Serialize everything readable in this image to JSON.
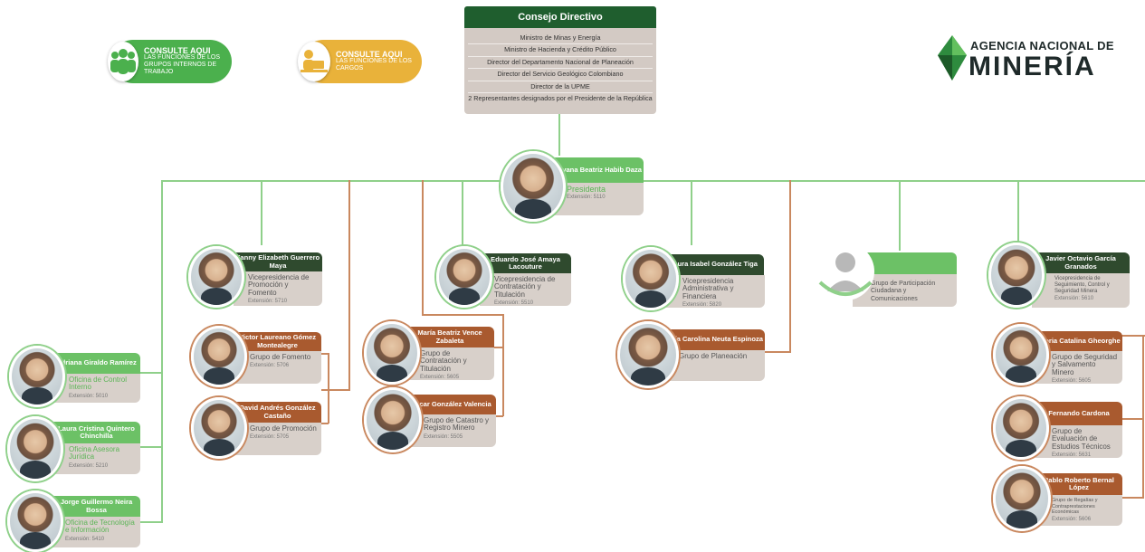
{
  "council": {
    "title": "Consejo Directivo",
    "members": [
      "Ministro de Minas y Energía",
      "Ministro de Hacienda y Crédito Público",
      "Director del Departamento Nacional de Planeación",
      "Director del Servicio Geológico Colombiano",
      "Director de la UPME",
      "2 Representantes designados por el Presidente de la República"
    ]
  },
  "consult_groups": {
    "heading": "CONSULTE AQUI",
    "text": "LAS FUNCIONES DE LOS GRUPOS INTERNOS DE TRABAJO"
  },
  "consult_roles": {
    "heading": "CONSULTE AQUI",
    "text": "LAS FUNCIONES DE LOS CARGOS"
  },
  "logo": {
    "top": "AGENCIA NACIONAL DE",
    "main": "MINERÍA"
  },
  "colors": {
    "dark_green": "#1f5e2e",
    "green": "#6cc166",
    "brown": "#a95a2f",
    "gray": "#d8d0ca"
  },
  "president": {
    "name": "Silvana Beatriz Habib Daza",
    "role": "Presidenta",
    "ext": "Extensión: 5110"
  },
  "people": {
    "guerrero": {
      "name": "Fanny Elizabeth Guerrero Maya",
      "role": "Vicepresidencia de Promoción y Fomento",
      "ext": "Extensión: 5710"
    },
    "gomez": {
      "name": "Victor Laureano Gómez Montealegre",
      "role": "Grupo de Fomento",
      "ext": "Extensión: 5706"
    },
    "gonzalez_c": {
      "name": "David Andrés González Castaño",
      "role": "Grupo de Promoción",
      "ext": "Extensión: 5705"
    },
    "amaya": {
      "name": "Eduardo José Amaya Lacouture",
      "role": "Vicepresidencia de Contratación y Titulación",
      "ext": "Extensión: 5510"
    },
    "vence": {
      "name": "María Beatriz Vence Zabaleta",
      "role": "Grupo de Contratación y Titulación",
      "ext": "Extensión: 5605"
    },
    "gonzalez_v": {
      "name": "Oscar González Valencia",
      "role": "Grupo de Catastro y Registro Minero",
      "ext": "Extensión: 5505"
    },
    "gonzalez_t": {
      "name": "Aura Isabel González Tiga",
      "role": "Vicepresidencia Administrativa y Financiera",
      "ext": "Extensión: 5820"
    },
    "neuta": {
      "name": "María Carolina Neuta Espinoza",
      "role": "Grupo de Planeación",
      "ext": ""
    },
    "participacion": {
      "name": "",
      "role": "Grupo de Participación Ciudadana y Comunicaciones",
      "ext": ""
    },
    "garcia": {
      "name": "Javier Octavio García Granados",
      "role": "Vicepresidencia de Seguimiento, Control y Seguridad Minera",
      "ext": "Extensión: 5610"
    },
    "gheorghe": {
      "name": "Gloria Catalina Gheorghe",
      "role": "Grupo de Seguridad y Salvamento Minero",
      "ext": "Extensión: 5605"
    },
    "cardona": {
      "name": "Fernando Cardona",
      "role": "Grupo de Evaluación de Estudios Técnicos",
      "ext": "Extensión: 5631"
    },
    "bernal": {
      "name": "Pablo Roberto Bernal López",
      "role": "Grupo de Regalías y Contraprestaciones Económicas",
      "ext": "Extensión: 5606"
    },
    "giraldo": {
      "name": "Adriana Giraldo Ramírez",
      "role": "Oficina de Control Interno",
      "ext": "Extensión: 5010"
    },
    "quintero": {
      "name": "Laura Cristina Quintero Chinchilla",
      "role": "Oficina Asesora Jurídica",
      "ext": "Extensión: 5210"
    },
    "neira": {
      "name": "Jorge Guillermo Neira Bossa",
      "role": "Oficina de Tecnología e Información",
      "ext": "Extensión: 5410"
    }
  }
}
